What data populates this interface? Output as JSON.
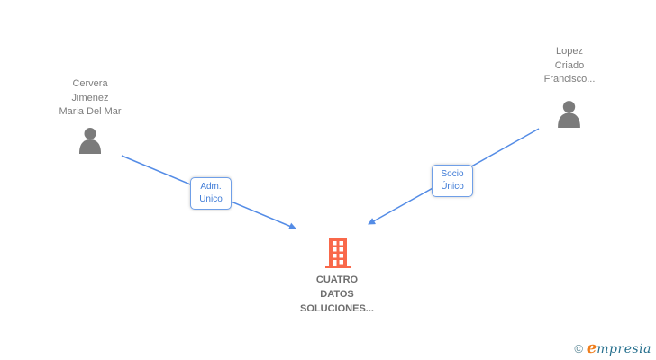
{
  "diagram": {
    "nodes": {
      "person_left": {
        "label": "Cervera\nJimenez\nMaria Del Mar",
        "icon": "person-icon"
      },
      "person_right": {
        "label": "Lopez\nCriado\nFrancisco...",
        "icon": "person-icon"
      },
      "company": {
        "label": "CUATRO\nDATOS\nSOLUCIONES...",
        "icon": "building-icon"
      }
    },
    "edges": [
      {
        "label": "Adm.\nUnico",
        "from": "person_left",
        "to": "company"
      },
      {
        "label": "Socio\nÚnico",
        "from": "person_right",
        "to": "company"
      }
    ]
  },
  "logo": {
    "copyright": "©",
    "brand_initial": "e",
    "brand_rest": "mpresia"
  },
  "colors": {
    "edge_blue": "#548ce6",
    "badge_border_blue": "#6f9fe8",
    "badge_text_blue": "#3d7ad6",
    "person_gray": "#7b7b7b",
    "name_text_gray": "#7d7d7d",
    "company_text_gray": "#6e6e6e",
    "building_orange": "#f9684a",
    "logo_teal": "#27708e",
    "logo_orange": "#ef7d1a"
  }
}
